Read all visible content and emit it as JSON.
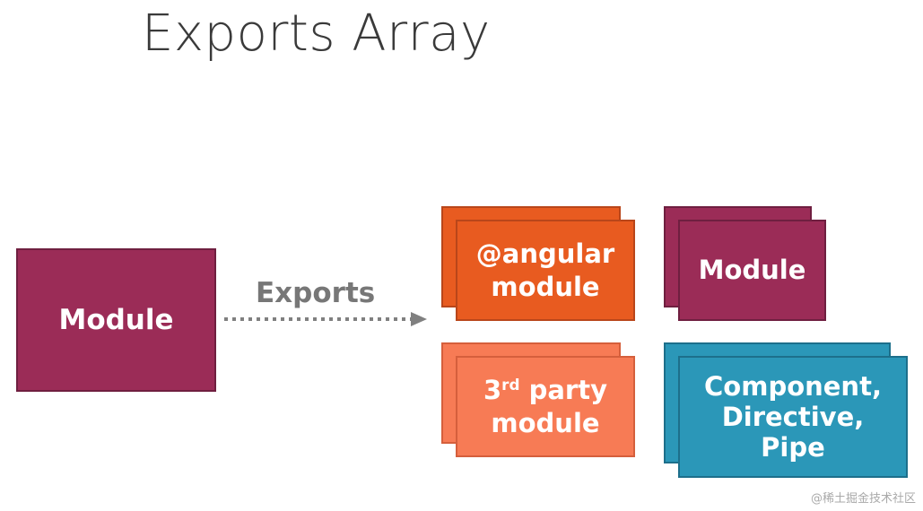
{
  "title": "Exports Array",
  "source_module": {
    "label": "Module"
  },
  "arrow": {
    "label": "Exports",
    "color": "#808080"
  },
  "targets": [
    {
      "line1": "@angular",
      "line2": "module",
      "color": "#e85b20"
    },
    {
      "line1": "Module",
      "color": "#9b2c57"
    },
    {
      "line1_prefix": "3",
      "line1_sup": "rd",
      "line1_suffix": " party",
      "line2": "module",
      "color": "#f77b55"
    },
    {
      "line1": "Component,",
      "line2": "Directive,",
      "line3": "Pipe",
      "color": "#2b97b8"
    }
  ],
  "watermark": "@稀土掘金技术社区"
}
